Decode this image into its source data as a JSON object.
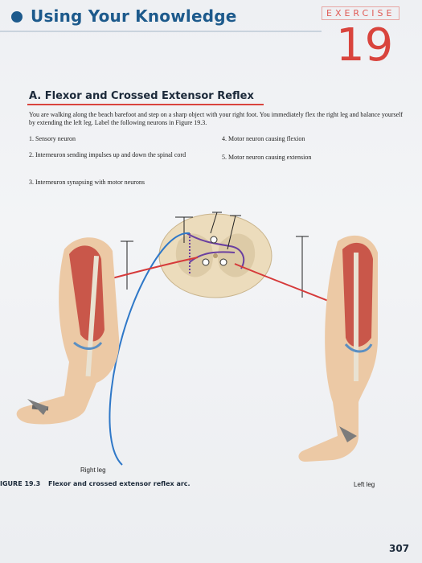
{
  "header": {
    "title": "Using Your Knowledge",
    "exercise_label": "EXERCISE",
    "exercise_number": "19"
  },
  "section": {
    "title": "A. Flexor and Crossed Extensor Reflex",
    "intro": "You are walking along the beach barefoot and step on a sharp object with your right foot. You immediately flex the right leg and balance yourself by extending the left leg. Label the following neurons in Figure 19.3.",
    "items": [
      "1. Sensory neuron",
      "2. Interneuron sending impulses up and down the spinal cord",
      "3. Interneuron synapsing with motor neurons",
      "4. Motor neuron causing flexion",
      "5. Motor neuron causing extension"
    ]
  },
  "figure": {
    "right_leg_label": "Right leg",
    "left_leg_label": "Left leg",
    "caption_label": "IGURE 19.3",
    "caption_text": "Flexor and crossed extensor reflex arc."
  },
  "page_number": "307",
  "colors": {
    "title_blue": "#1d5a8c",
    "accent_red": "#d9443d",
    "sensory_blue": "#2f78c8",
    "motor_red": "#d63a3a",
    "interneuron_purple": "#6a3fa0",
    "muscle": "#c9574a",
    "skin": "#ecc9a5",
    "bone": "#e9e2d2"
  }
}
